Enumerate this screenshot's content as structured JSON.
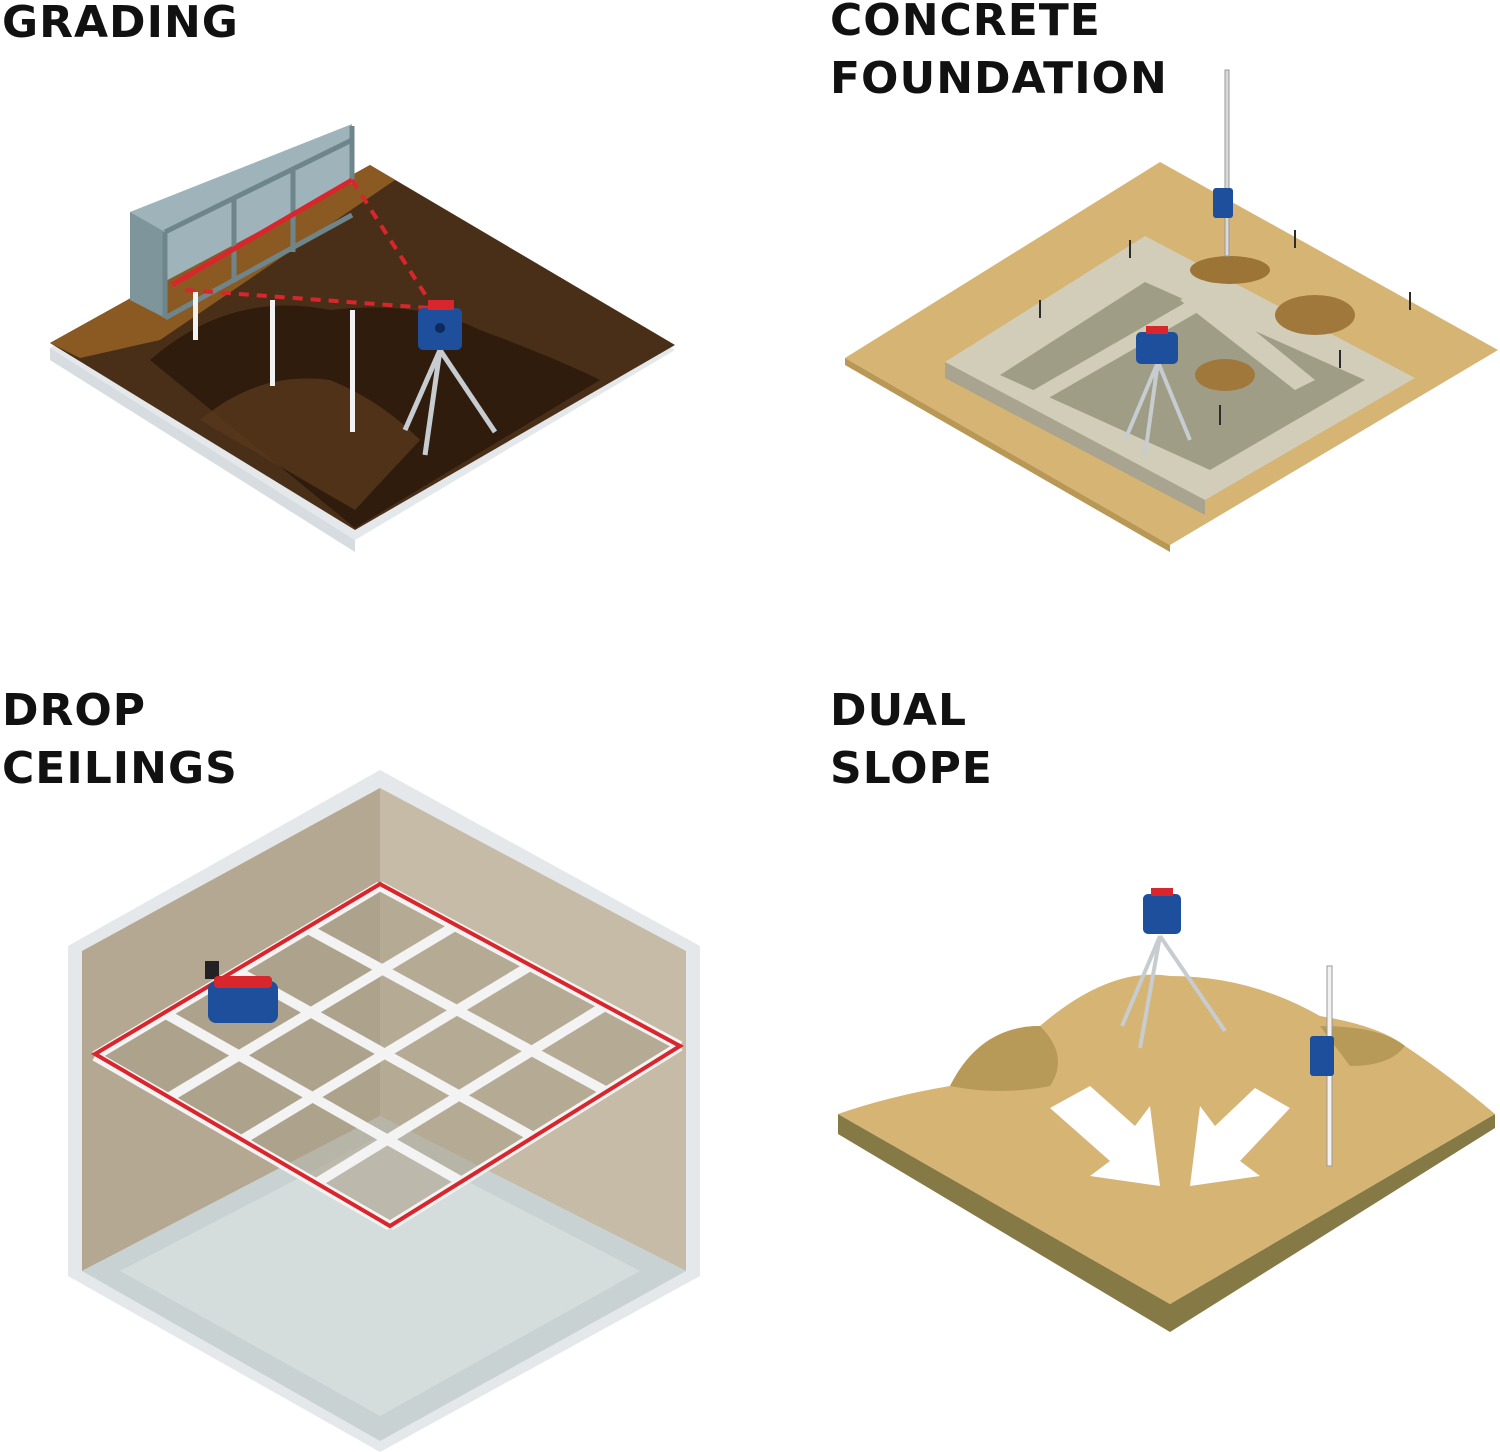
{
  "panels": [
    {
      "title_lines": [
        "GRADING"
      ]
    },
    {
      "title_lines": [
        "CONCRETE",
        "FOUNDATION"
      ]
    },
    {
      "title_lines": [
        "DROP",
        "CEILINGS"
      ]
    },
    {
      "title_lines": [
        "DUAL",
        "SLOPE"
      ]
    }
  ],
  "colors": {
    "laser_red": "#d8262c",
    "tool_blue": "#1e4f9c",
    "dirt_dark": "#3a2514",
    "sand": "#d6b474",
    "wall_tan": "#b4a892",
    "concrete_grey": "#c9d2d2"
  },
  "icons": [
    "rotary-laser-icon",
    "tripod-icon",
    "laser-receiver-icon",
    "slope-arrow-icon"
  ]
}
